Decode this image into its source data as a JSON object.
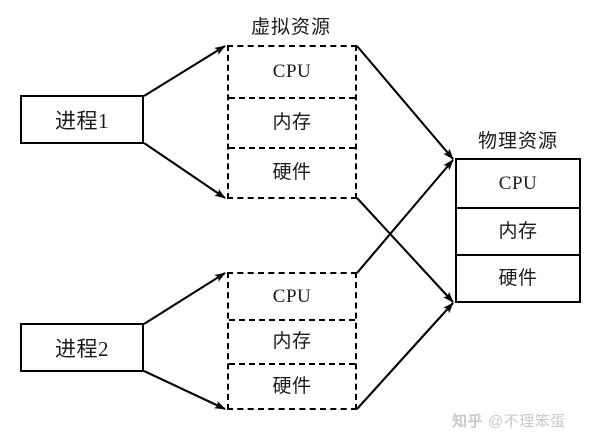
{
  "diagram": {
    "title_virtual": "虚拟资源",
    "title_physical": "物理资源",
    "processes": [
      {
        "label": "进程1"
      },
      {
        "label": "进程2"
      }
    ],
    "virtual_resources": [
      {
        "owner": "进程1",
        "rows": [
          "CPU",
          "内存",
          "硬件"
        ]
      },
      {
        "owner": "进程2",
        "rows": [
          "CPU",
          "内存",
          "硬件"
        ]
      }
    ],
    "physical_resource": {
      "rows": [
        "CPU",
        "内存",
        "硬件"
      ]
    },
    "colors": {
      "stroke": "#000000",
      "background": "#ffffff",
      "watermark": "#c9c9c9"
    }
  },
  "watermark": {
    "brand": "知乎",
    "handle": "@不理笨蛋"
  }
}
